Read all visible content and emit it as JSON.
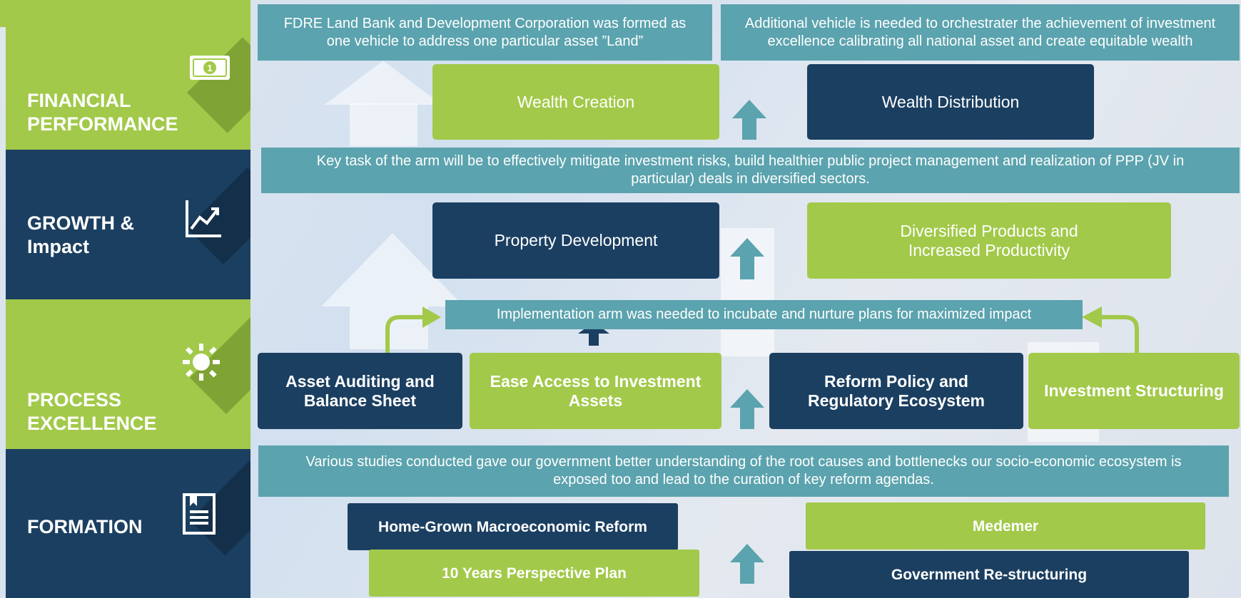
{
  "colors": {
    "green": "#a2c94a",
    "navy": "#1b3f61",
    "teal": "#5ba3ae"
  },
  "bands": {
    "financial": {
      "title": [
        "FINANCIAL",
        "PERFORMANCE"
      ],
      "icon": "banknote-icon"
    },
    "growth": {
      "title": [
        "GROWTH &",
        "Impact"
      ],
      "icon": "line-chart-icon"
    },
    "process": {
      "title": [
        "PROCESS",
        "EXCELLENCE"
      ],
      "icon": "gear-icon"
    },
    "formation": {
      "title": [
        "FORMATION"
      ],
      "icon": "document-icon"
    }
  },
  "financial": {
    "note_left": "FDRE Land Bank and Development Corporation was formed as one vehicle to address one particular asset ”Land”",
    "note_right": "Additional vehicle is needed to orchestrater the achievement of investment excellence calibrating all national asset and create equitable wealth",
    "boxes": [
      "Wealth Creation",
      "Wealth Distribution"
    ]
  },
  "growth": {
    "note": "Key task of the arm will be to effectively mitigate investment risks, build healthier public project management and realization of PPP (JV in particular) deals in diversified sectors.",
    "boxes": [
      "Property Development",
      "Diversified Products and Increased Productivity"
    ]
  },
  "process": {
    "note": "Implementation arm was needed to incubate and nurture plans for maximized impact",
    "boxes": [
      "Asset Auditing and Balance Sheet",
      "Ease Access to Investment Assets",
      "Reform Policy and Regulatory Ecosystem",
      "Investment Structuring"
    ]
  },
  "formation": {
    "note": "Various studies conducted gave our government better understanding of the root causes and bottlenecks our socio-economic ecosystem is exposed too and lead to the curation of key reform agendas.",
    "boxes": [
      "Home-Grown Macroeconomic Reform",
      "Medemer",
      "10 Years Perspective Plan",
      "Government Re-structuring"
    ]
  }
}
